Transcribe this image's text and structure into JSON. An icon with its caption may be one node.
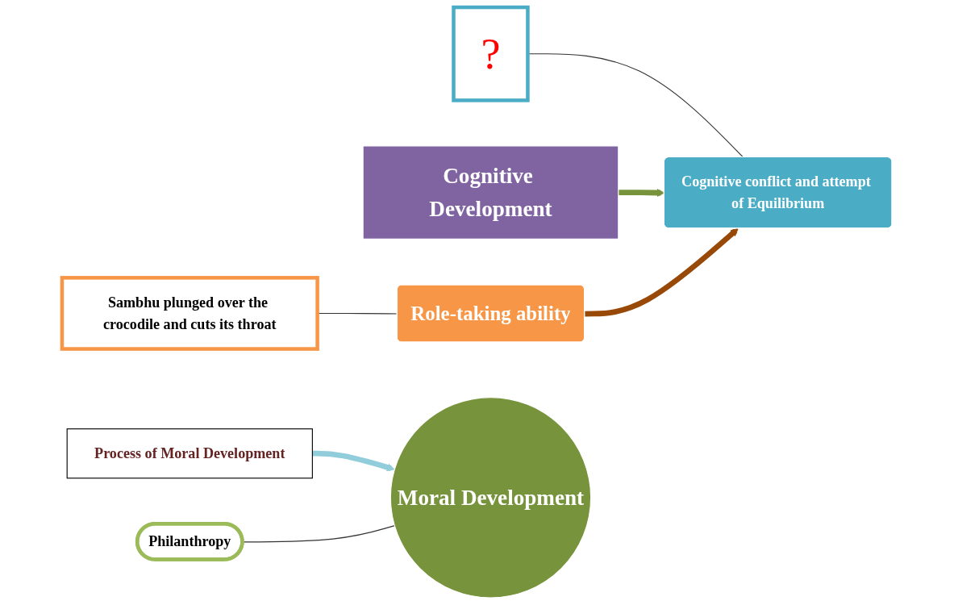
{
  "diagram": {
    "nodes": [
      {
        "text": [
          "?"
        ]
      },
      {
        "text": [
          "Sambhu plunged over the crocodile and cuts its throat"
        ]
      },
      {
        "text": [
          "Cognitive Development"
        ]
      },
      {
        "text": [
          "Cognitive conflict and attempt of Equilibrium"
        ]
      },
      {
        "text": [
          "Role-taking ability"
        ]
      },
      {
        "text": [
          "Process of Moral Development"
        ]
      },
      {
        "text": [
          "Philanthropy"
        ]
      },
      {
        "text": [
          "Moral Development"
        ]
      }
    ],
    "edges": [
      {
        "from": 0,
        "to": 3,
        "arrow": "none"
      },
      {
        "from": 1,
        "to": 4,
        "arrow": "none"
      },
      {
        "from": 2,
        "to": 3,
        "arrow": "to",
        "style": "thick",
        "color": "#77933c"
      },
      {
        "from": 4,
        "to": 3,
        "arrow": "to",
        "style": "thick",
        "color": "#984807"
      },
      {
        "from": 5,
        "to": 7,
        "arrow": "to",
        "style": "thick",
        "color": "#92cddc"
      },
      {
        "from": 6,
        "to": 7,
        "arrow": "none"
      }
    ]
  }
}
